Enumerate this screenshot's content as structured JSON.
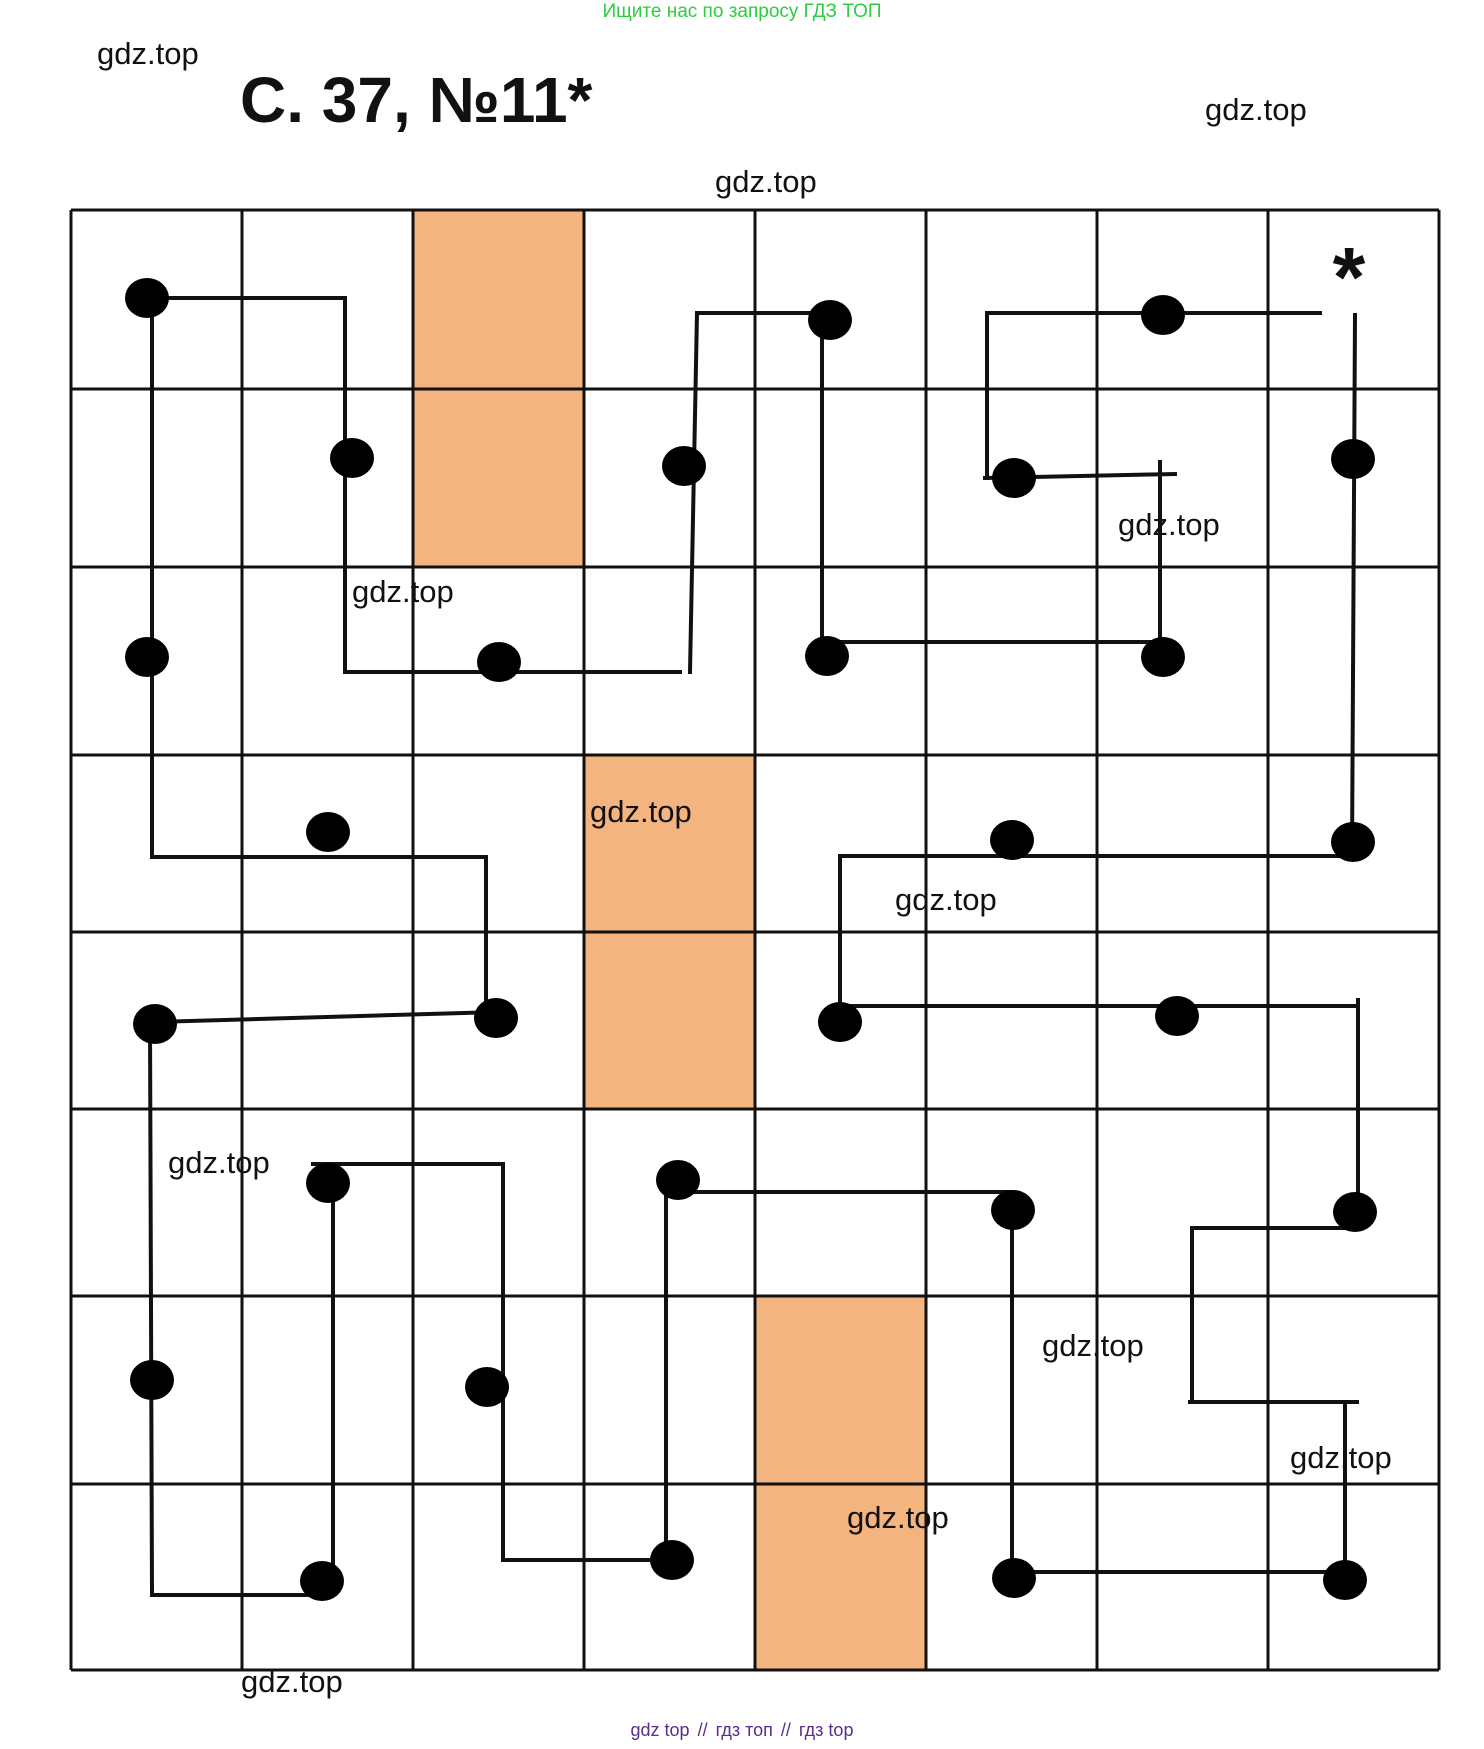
{
  "banner": "Ищите нас по запросу ГДЗ ТОП",
  "title": "С. 37, №11*",
  "watermark": "gdz.top",
  "bottom_links": [
    "gdz top",
    "гдз топ",
    "гдз top"
  ],
  "bottom_separator": "//",
  "start_marker": "*",
  "colors": {
    "grid_line": "#111111",
    "shaded_cell": "#f4b480",
    "path": "#111111",
    "dot": "#000000",
    "banner": "#2ecc40",
    "links": "#5b2d8a"
  },
  "grid": {
    "rows": 8,
    "cols": 8,
    "shaded_cells": [
      [
        0,
        2
      ],
      [
        1,
        2
      ],
      [
        3,
        3
      ],
      [
        4,
        3
      ],
      [
        6,
        4
      ],
      [
        7,
        4
      ]
    ]
  }
}
